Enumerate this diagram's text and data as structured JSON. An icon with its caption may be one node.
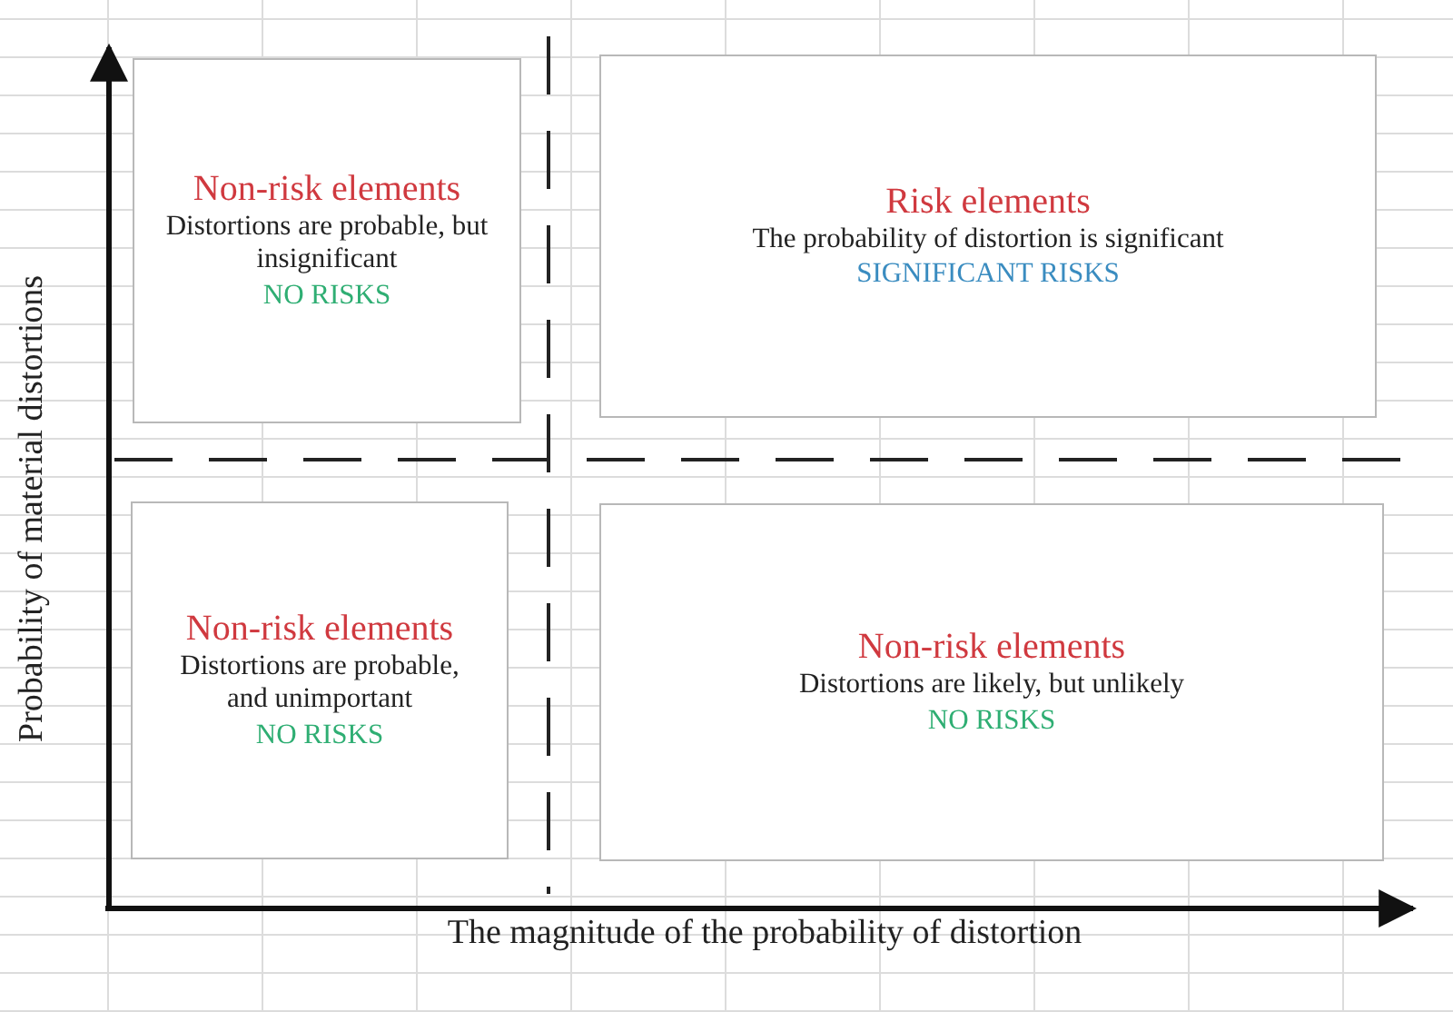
{
  "diagram": {
    "nodes": [
      {
        "text": [
          "Non-risk elements",
          "Distortions are probable, but insignificant",
          "NO RISKS"
        ]
      },
      {
        "text": [
          "Risk elements",
          "The probability of distortion is significant",
          "SIGNIFICANT RISKS"
        ]
      },
      {
        "text": [
          "Non-risk elements",
          "Distortions are probable, and unimportant",
          "NO RISKS"
        ]
      },
      {
        "text": [
          "Non-risk elements",
          "Distortions are likely, but unlikely",
          "NO RISKS"
        ]
      }
    ],
    "edges": [],
    "labels": [
      "Probability of material distortions",
      "The magnitude of the probability of distortion"
    ]
  }
}
